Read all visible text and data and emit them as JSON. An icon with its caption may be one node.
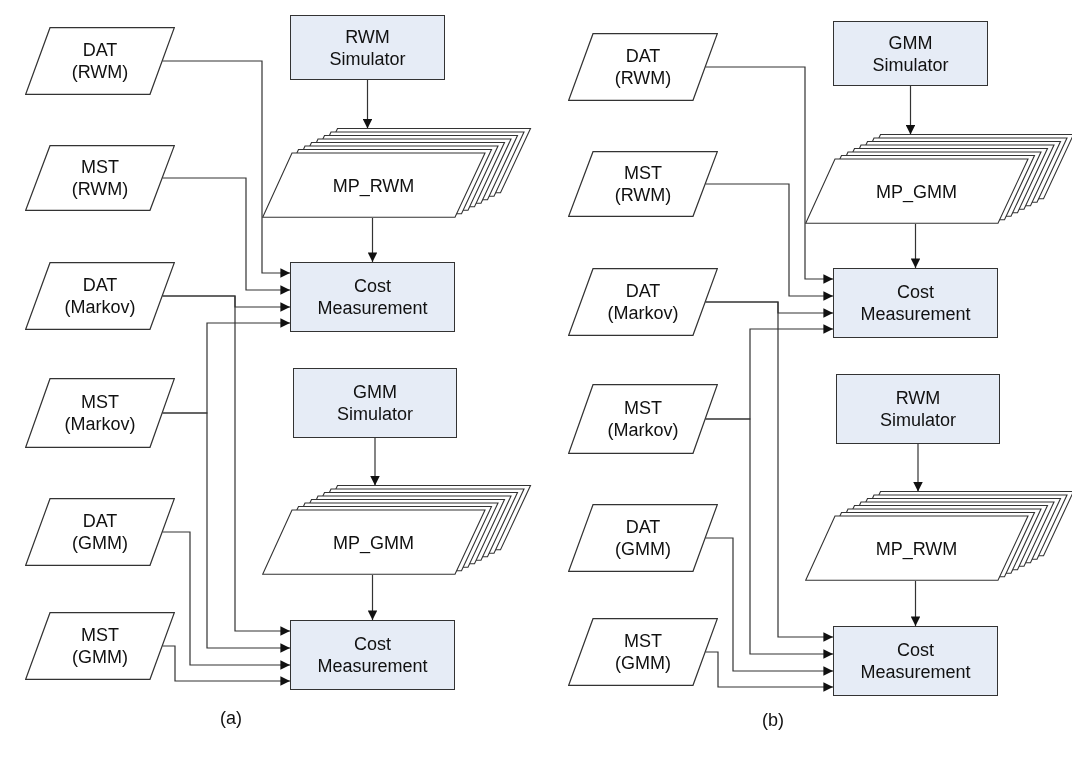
{
  "diagram": {
    "nodes": [
      {
        "text": [
          "DAT (RWM)"
        ]
      },
      {
        "text": [
          "RWM Simulator"
        ]
      },
      {
        "text": [
          "MST (RWM)"
        ]
      },
      {
        "text": [
          "MP_RWM"
        ]
      },
      {
        "text": [
          "DAT (Markov)"
        ]
      },
      {
        "text": [
          "Cost Measurement"
        ]
      },
      {
        "text": [
          "MST (Markov)"
        ]
      },
      {
        "text": [
          "GMM Simulator"
        ]
      },
      {
        "text": [
          "DAT (GMM)"
        ]
      },
      {
        "text": [
          "MP_GMM"
        ]
      },
      {
        "text": [
          "MST (GMM)"
        ]
      },
      {
        "text": [
          "Cost Measurement"
        ]
      },
      {
        "text": [
          "DAT (RWM)"
        ]
      },
      {
        "text": [
          "GMM Simulator"
        ]
      },
      {
        "text": [
          "MST (RWM)"
        ]
      },
      {
        "text": [
          "MP_GMM"
        ]
      },
      {
        "text": [
          "DAT (Markov)"
        ]
      },
      {
        "text": [
          "Cost Measurement"
        ]
      },
      {
        "text": [
          "MST (Markov)"
        ]
      },
      {
        "text": [
          "RWM Simulator"
        ]
      },
      {
        "text": [
          "DAT (GMM)"
        ]
      },
      {
        "text": [
          "MP_RWM"
        ]
      },
      {
        "text": [
          "MST (GMM)"
        ]
      },
      {
        "text": [
          "Cost Measurement"
        ]
      }
    ],
    "edges": [
      {
        "from": 0,
        "to": 5,
        "arrow": "to"
      },
      {
        "from": 2,
        "to": 5,
        "arrow": "to"
      },
      {
        "from": 4,
        "to": 5,
        "arrow": "to"
      },
      {
        "from": 6,
        "to": 5,
        "arrow": "to"
      },
      {
        "from": 1,
        "to": 3,
        "arrow": "to"
      },
      {
        "from": 3,
        "to": 5,
        "arrow": "to"
      },
      {
        "from": 7,
        "to": 9,
        "arrow": "to"
      },
      {
        "from": 9,
        "to": 11,
        "arrow": "to"
      },
      {
        "from": 4,
        "to": 11,
        "arrow": "to"
      },
      {
        "from": 6,
        "to": 11,
        "arrow": "to"
      },
      {
        "from": 8,
        "to": 11,
        "arrow": "to"
      },
      {
        "from": 10,
        "to": 11,
        "arrow": "to"
      },
      {
        "from": 12,
        "to": 17,
        "arrow": "to"
      },
      {
        "from": 14,
        "to": 17,
        "arrow": "to"
      },
      {
        "from": 16,
        "to": 17,
        "arrow": "to"
      },
      {
        "from": 18,
        "to": 17,
        "arrow": "to"
      },
      {
        "from": 13,
        "to": 15,
        "arrow": "to"
      },
      {
        "from": 15,
        "to": 17,
        "arrow": "to"
      },
      {
        "from": 19,
        "to": 21,
        "arrow": "to"
      },
      {
        "from": 21,
        "to": 23,
        "arrow": "to"
      },
      {
        "from": 16,
        "to": 23,
        "arrow": "to"
      },
      {
        "from": 18,
        "to": 23,
        "arrow": "to"
      },
      {
        "from": 20,
        "to": 23,
        "arrow": "to"
      },
      {
        "from": 22,
        "to": 23,
        "arrow": "to"
      }
    ],
    "labels": [
      "(a)",
      "(b)"
    ]
  }
}
